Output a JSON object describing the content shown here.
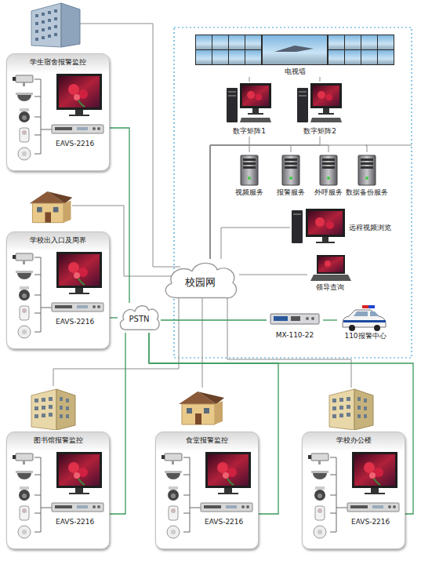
{
  "diagram": {
    "nodes": [
      {
        "text": [
          "学生宿舍报警监控"
        ]
      },
      {
        "text": [
          "EAVS-2216"
        ],
        "in": 0
      },
      {
        "text": [
          "电视墙"
        ]
      },
      {
        "text": [
          "数字矩阵1"
        ]
      },
      {
        "text": [
          "数字矩阵2"
        ]
      },
      {
        "text": [
          "视频服务"
        ]
      },
      {
        "text": [
          "报警服务"
        ]
      },
      {
        "text": [
          "外呼服务"
        ]
      },
      {
        "text": [
          "数据备份服务"
        ]
      },
      {
        "text": [
          "远程视频浏览"
        ]
      },
      {
        "text": [
          "学校出入口及周界"
        ]
      },
      {
        "text": [
          "EAVS-2216"
        ],
        "in": 10
      },
      {
        "text": [
          "校园网"
        ]
      },
      {
        "text": [
          "领导查询"
        ]
      },
      {
        "text": [
          "PSTN"
        ]
      },
      {
        "text": [
          "MX-110-22"
        ]
      },
      {
        "text": [
          "110报警中心"
        ]
      },
      {
        "text": [
          "图书馆报警监控"
        ]
      },
      {
        "text": [
          "EAVS-2216"
        ],
        "in": 17
      },
      {
        "text": [
          "食堂报警监控"
        ]
      },
      {
        "text": [
          "EAVS-2216"
        ],
        "in": 19
      },
      {
        "text": [
          "学校办公楼"
        ]
      },
      {
        "text": [
          "EAVS-2216"
        ],
        "in": 21
      }
    ],
    "edges": [
      {
        "from": 1,
        "to": 14,
        "arrow": "none"
      },
      {
        "from": 11,
        "to": 14,
        "arrow": "none"
      },
      {
        "from": 18,
        "to": 14,
        "arrow": "none"
      },
      {
        "from": 20,
        "to": 14,
        "arrow": "none"
      },
      {
        "from": 22,
        "to": 14,
        "arrow": "none"
      },
      {
        "from": 14,
        "to": 15,
        "arrow": "none"
      },
      {
        "from": 15,
        "to": 16,
        "arrow": "none"
      },
      {
        "from": 12,
        "to": 13,
        "arrow": "none"
      },
      {
        "from": 12,
        "to": 9,
        "arrow": "none"
      },
      {
        "from": 12,
        "to": 3,
        "arrow": "none"
      },
      {
        "from": 12,
        "to": 4,
        "arrow": "none"
      },
      {
        "from": 12,
        "to": 5,
        "arrow": "none"
      },
      {
        "from": 12,
        "to": 6,
        "arrow": "none"
      },
      {
        "from": 12,
        "to": 7,
        "arrow": "none"
      },
      {
        "from": 12,
        "to": 8,
        "arrow": "none"
      },
      {
        "from": 2,
        "to": 3,
        "arrow": "none"
      },
      {
        "from": 2,
        "to": 4,
        "arrow": "none"
      }
    ]
  }
}
